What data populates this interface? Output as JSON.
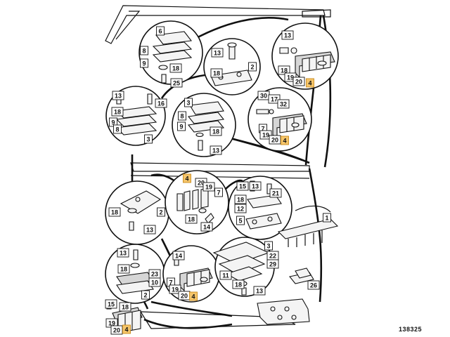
{
  "reference_number": "138325",
  "highlight_color": "#f5c56a",
  "callouts": [
    {
      "id": "c1",
      "text": "6"
    },
    {
      "id": "c2",
      "text": "8"
    },
    {
      "id": "c3",
      "text": "9"
    },
    {
      "id": "c4",
      "text": "18"
    },
    {
      "id": "c5",
      "text": "25"
    },
    {
      "id": "c6",
      "text": "13"
    },
    {
      "id": "c7",
      "text": "18"
    },
    {
      "id": "c8",
      "text": "2"
    },
    {
      "id": "c9",
      "text": "13"
    },
    {
      "id": "c10",
      "text": "18"
    },
    {
      "id": "c11",
      "text": "19"
    },
    {
      "id": "c12",
      "text": "20"
    },
    {
      "id": "c13",
      "text": "4",
      "highlight": true
    },
    {
      "id": "c14",
      "text": "13"
    },
    {
      "id": "c15",
      "text": "16"
    },
    {
      "id": "c16",
      "text": "18"
    },
    {
      "id": "c17",
      "text": "9"
    },
    {
      "id": "c18",
      "text": "8"
    },
    {
      "id": "c19",
      "text": "3"
    },
    {
      "id": "c20",
      "text": "3"
    },
    {
      "id": "c21",
      "text": "8"
    },
    {
      "id": "c22",
      "text": "9"
    },
    {
      "id": "c23",
      "text": "18"
    },
    {
      "id": "c24",
      "text": "13"
    },
    {
      "id": "c25",
      "text": "30"
    },
    {
      "id": "c26",
      "text": "17"
    },
    {
      "id": "c27",
      "text": "32"
    },
    {
      "id": "c28",
      "text": "7"
    },
    {
      "id": "c29",
      "text": "19"
    },
    {
      "id": "c30",
      "text": "20"
    },
    {
      "id": "c31",
      "text": "4",
      "highlight": true
    },
    {
      "id": "c32",
      "text": "18"
    },
    {
      "id": "c33",
      "text": "2"
    },
    {
      "id": "c34",
      "text": "13"
    },
    {
      "id": "c35",
      "text": "4",
      "highlight": true
    },
    {
      "id": "c36",
      "text": "20"
    },
    {
      "id": "c37",
      "text": "19"
    },
    {
      "id": "c38",
      "text": "7"
    },
    {
      "id": "c39",
      "text": "18"
    },
    {
      "id": "c40",
      "text": "14"
    },
    {
      "id": "c41",
      "text": "15"
    },
    {
      "id": "c42",
      "text": "13"
    },
    {
      "id": "c43",
      "text": "21"
    },
    {
      "id": "c44",
      "text": "18"
    },
    {
      "id": "c45",
      "text": "12"
    },
    {
      "id": "c46",
      "text": "5"
    },
    {
      "id": "c47",
      "text": "1"
    },
    {
      "id": "c48",
      "text": "13"
    },
    {
      "id": "c49",
      "text": "18"
    },
    {
      "id": "c50",
      "text": "23"
    },
    {
      "id": "c51",
      "text": "10"
    },
    {
      "id": "c52",
      "text": "2"
    },
    {
      "id": "c53",
      "text": "14"
    },
    {
      "id": "c54",
      "text": "7"
    },
    {
      "id": "c55",
      "text": "19"
    },
    {
      "id": "c56",
      "text": "20"
    },
    {
      "id": "c57",
      "text": "4",
      "highlight": true
    },
    {
      "id": "c58",
      "text": "22"
    },
    {
      "id": "c59",
      "text": "3"
    },
    {
      "id": "c60",
      "text": "29"
    },
    {
      "id": "c61",
      "text": "11"
    },
    {
      "id": "c62",
      "text": "18"
    },
    {
      "id": "c63",
      "text": "13"
    },
    {
      "id": "c64",
      "text": "26"
    },
    {
      "id": "c65",
      "text": "15"
    },
    {
      "id": "c66",
      "text": "18"
    },
    {
      "id": "c67",
      "text": "19"
    },
    {
      "id": "c68",
      "text": "20"
    },
    {
      "id": "c69",
      "text": "4",
      "highlight": true
    }
  ]
}
